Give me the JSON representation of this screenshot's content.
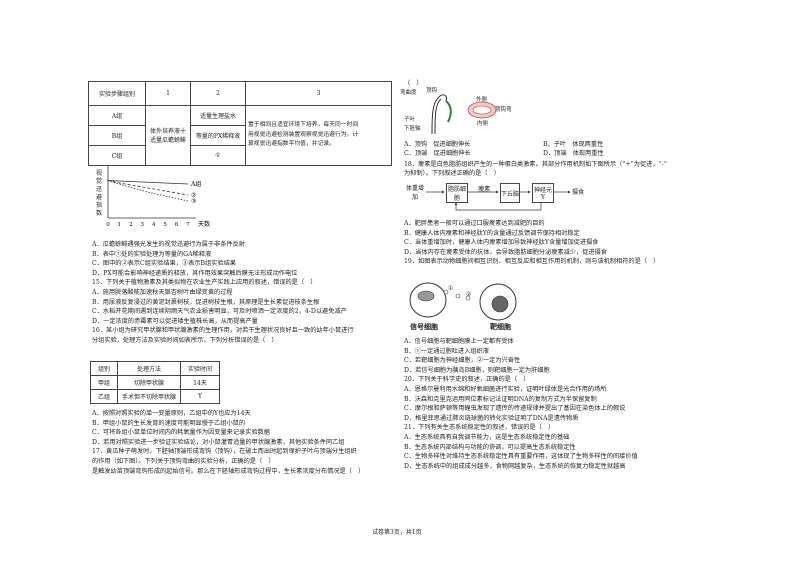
{
  "table1": {
    "header": [
      "实验步骤组别",
      "1",
      "2",
      "3"
    ],
    "rows": [
      {
        "group": "A组",
        "step1": "体外培养液十适量瓜蟾蜍鲱",
        "step2": "适量生理盐水"
      },
      {
        "group": "B组",
        "step2": "等量的PX稀释液"
      },
      {
        "group": "C组",
        "step2": "①"
      }
    ],
    "step3": [
      "置于相同且适宜环境下培养，每天同一时间",
      "用视觉迅避检测装置观察视觉迅避行为，计",
      "算视觉迅避指数平均值，并记录。"
    ]
  },
  "chart_data": {
    "type": "line",
    "ylabel": "视觉迅避指数",
    "xlabel": "天数",
    "categories": [
      "0",
      "1",
      "2",
      "3",
      "4",
      "5",
      "6",
      "7"
    ],
    "series": [
      {
        "name": "A组",
        "values": [
          0.75,
          0.74,
          0.73,
          0.72,
          0.71,
          0.7,
          0.69,
          0.68
        ]
      },
      {
        "name": "②",
        "values": [
          0.75,
          0.7,
          0.66,
          0.62,
          0.58,
          0.54,
          0.5,
          0.46
        ]
      },
      {
        "name": "③",
        "values": [
          0.75,
          0.68,
          0.61,
          0.55,
          0.49,
          0.44,
          0.39,
          0.34
        ]
      }
    ],
    "ylim": [
      0,
      1
    ]
  },
  "q14_options": [
    "A．瓜蟾蜍鲱遇强光发生的视觉迅避行为属于非条件反射",
    "B．表中①处的实验处理为等量的GA稀释液",
    "C．图中的②表示C组实验结果，③表示B组实验结果",
    "D．PX可能会影响神经递质的释放，其作用效果突触后膜无法形成动作电位"
  ],
  "q15": {
    "stem": "15．下列关于植物激素及其类似物在农业生产实践上应用的叙述，错误的是（　）",
    "options": [
      "A．施用脱落酸能加速秋天银杏树叶由绿变黄的过程",
      "B．用尿液反复浸过的黄泥封裹树枝，促进树枝生根，其原理是生长素促进枝条生根",
      "C．水稻开花期间遇到连续阴雨天气农业损害明显，可及时喷洒一定浓度的2，4-D以避免减产",
      "D．一定浓度的赤霉素可以促进矮生植株长高，从而提高产量"
    ]
  },
  "q16": {
    "stem": [
      "16．某小组为研究甲状腺和甲状腺激素的生理作用，对若干生理状况良好且一致的幼年小鼠进行",
      "分组实验，处理方法及实验时间如表所示，下列分析错误的是（　）"
    ],
    "table_header": [
      "组别",
      "处理方法",
      "实验时间"
    ],
    "table_rows": [
      [
        "甲组",
        "切除甲状腺",
        "14天"
      ],
      [
        "乙组",
        "手术但不切除甲状腺",
        "Y"
      ]
    ],
    "options": [
      "A．按照对照实验的单一变量原则，乙组中的Y也应为14天",
      "B．甲组小鼠的生长发育的速度可能明显慢于乙组小鼠的",
      "C．可将各组小鼠单位时间内的耗氧量作为因变量来记录实验数据",
      "D．若用对照实验进一步验证实验结论，对小鼠灌胃适量的甲状腺激素，其他实验条件同乙组"
    ]
  },
  "q17": {
    "stem": [
      "17．黄瓜种子萌发时，下胚轴顶端形成弯钩（顶钩），在破土而出时起到保护子叶与顶端分生组织",
      "的作用（如下图）。下列关于顶钩弯曲的实验分析，正确的是（　）",
      "是触发幼苗顶端弯钩形成的起始信号。那么在下胚轴形成弯钩过程中，生长素浓度分布情况是（　）"
    ],
    "fig_labels": [
      "弯曲度",
      "顶钩",
      "子叶",
      "下胚轴",
      "外侧",
      "顶钩弯",
      "内侧"
    ],
    "options": [
      "A．顶钩　促进细胞伸长",
      "B．子叶　体现两重性",
      "C．顶端　促进细胞伸长",
      "D．顶端　体现两重性"
    ]
  },
  "q18": {
    "stem": [
      "18．瘦素是白色脂肪组织产生的一种蛋白类激素。其部分作用机制如下图所示（“+”为促进，“-”",
      "为抑制）。下列叙述正确的是（　）"
    ],
    "diagram": [
      "体重增加",
      "脂肪细胞",
      "瘦素",
      "下丘脑",
      "神经元Y",
      "摄食"
    ],
    "options": [
      "A．肥胖患者一般可以通过口服瘦素达到减肥的目的",
      "B．健康人体内瘦素和神经肽Y的含量通过反馈调节保持相对稳定",
      "C．当体重增加时，健康人体内瘦素增加导致神经肽Y含量增加促进摄食",
      "D．当体内存在瘦素受体的抗体，会导致脂肪细胞分泌瘦素减少，促进摄食"
    ]
  },
  "q19": {
    "stem": "19．如图表示动物细胞间相互识别、相互反应和相互作用的机制，则与该机制相符的是（　）",
    "labels": [
      "信号细胞",
      "靶细胞",
      "①",
      "②"
    ],
    "options": [
      "A．信号细胞与靶细胞膜上一定都有受体",
      "B．①一定通过胞吐进入组织液",
      "C．若靶细胞为神经细胞，②一定为兴奋性",
      "D．若信号细胞为胰岛B细胞，则靶细胞一定为肝细胞"
    ]
  },
  "q20": {
    "stem": "20．下列关于科学史的叙述，正确的是（　）",
    "options": [
      "A．恩格尔曼利用水绵和好氧细菌进行实验，证明叶绿体是光合作用的场所",
      "B．沃森和克里克运用同位素标记法证明DNA的复制方式为半保留复制",
      "C．摩尔根和萨顿等用蝗虫发现了遗传的传递规律并提出了基因在染色体上的假说",
      "D．格里菲思通过肺炎链球菌的转化实验证明了DNA是遗传物质"
    ]
  },
  "q21": {
    "stem": "21．下列有关生态系统稳定性的叙述，错误的是（　）",
    "options": [
      "A．生态系统具有自我调节能力，这是生态系统稳定性的基础",
      "B．生态系统内部结构与功能的协调，可以提高生态系统稳定性",
      "C．生物多样性对维持生态系统稳定性具有重要作用，这体现了生物多样性的间接价值",
      "D．生态系统中的组成成分越多，食物网越复杂，生态系统的恢复力稳定性就越高"
    ]
  },
  "footer": "试卷第3页，共1页"
}
